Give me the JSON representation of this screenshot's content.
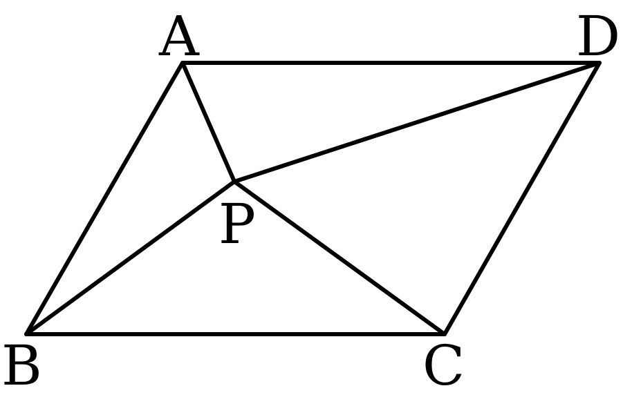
{
  "labels": {
    "A": "A",
    "B": "B",
    "C": "C",
    "D": "D",
    "P": "P"
  },
  "colors": {
    "stroke": "#000000",
    "background": "#ffffff"
  }
}
